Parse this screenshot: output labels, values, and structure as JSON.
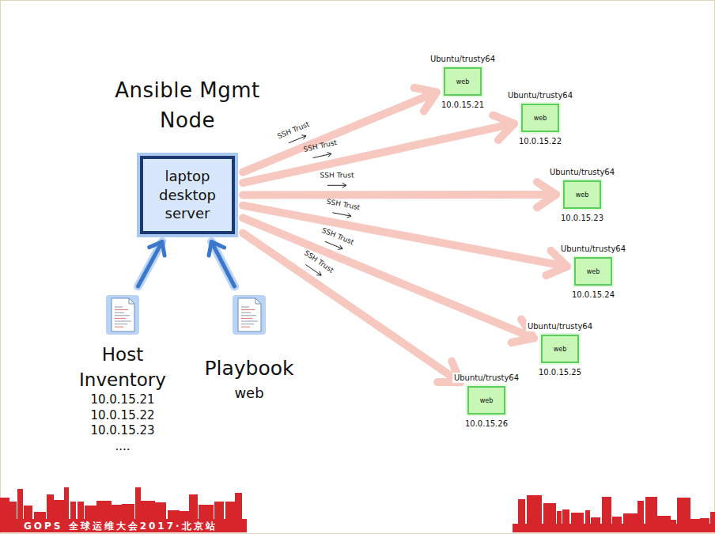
{
  "diagram": {
    "nodes": [
      {
        "text": [
          "Ansible Mgmt Node",
          "laptop desktop server"
        ]
      },
      {
        "text": [
          "Host Inventory",
          "10.0.15.21",
          "10.0.15.22",
          "10.0.15.23",
          "...."
        ]
      },
      {
        "text": [
          "Playbook",
          "web"
        ]
      },
      {
        "text": [
          "Ubuntu/trusty64",
          "web",
          "10.0.15.21"
        ]
      },
      {
        "text": [
          "Ubuntu/trusty64",
          "web",
          "10.0.15.22"
        ]
      },
      {
        "text": [
          "Ubuntu/trusty64",
          "web",
          "10.0.15.23"
        ]
      },
      {
        "text": [
          "Ubuntu/trusty64",
          "web",
          "10.0.15.24"
        ]
      },
      {
        "text": [
          "Ubuntu/trusty64",
          "web",
          "10.0.15.25"
        ]
      },
      {
        "text": [
          "Ubuntu/trusty64",
          "web",
          "10.0.15.26"
        ]
      }
    ],
    "edges": [
      {
        "from": 1,
        "to": 0,
        "arrow": "to"
      },
      {
        "from": 2,
        "to": 0,
        "arrow": "to"
      },
      {
        "from": 0,
        "to": 3,
        "label": "SSH Trust",
        "arrow": "to"
      },
      {
        "from": 0,
        "to": 4,
        "label": "SSH Trust",
        "arrow": "to"
      },
      {
        "from": 0,
        "to": 5,
        "label": "SSH Trust",
        "arrow": "to"
      },
      {
        "from": 0,
        "to": 6,
        "label": "SSH Trust",
        "arrow": "to"
      },
      {
        "from": 0,
        "to": 7,
        "label": "SSH Trust",
        "arrow": "to"
      },
      {
        "from": 0,
        "to": 8,
        "label": "SSH Trust",
        "arrow": "to"
      }
    ],
    "labels": [
      "GOPS 全球运维大会2017·北京站"
    ]
  }
}
